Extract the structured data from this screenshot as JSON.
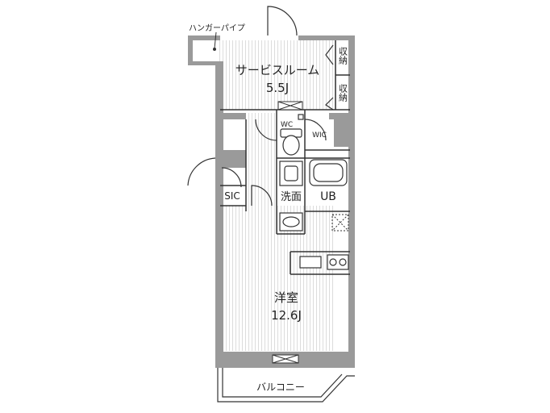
{
  "labels": {
    "hanger_pipe": "ハンガーパイプ",
    "service_room": "サービスルーム",
    "service_room_size": "5.5J",
    "storage_1": "収納",
    "storage_2": "収納",
    "wc": "WC",
    "wic": "WIC",
    "sic": "SIC",
    "washroom": "洗面",
    "unit_bath": "UB",
    "western_room": "洋室",
    "western_room_size": "12.6J",
    "balcony": "バルコニー"
  },
  "colors": {
    "wall": "#9a9a9a",
    "floor_stripe": "#dcdcdc",
    "line": "#333333"
  }
}
